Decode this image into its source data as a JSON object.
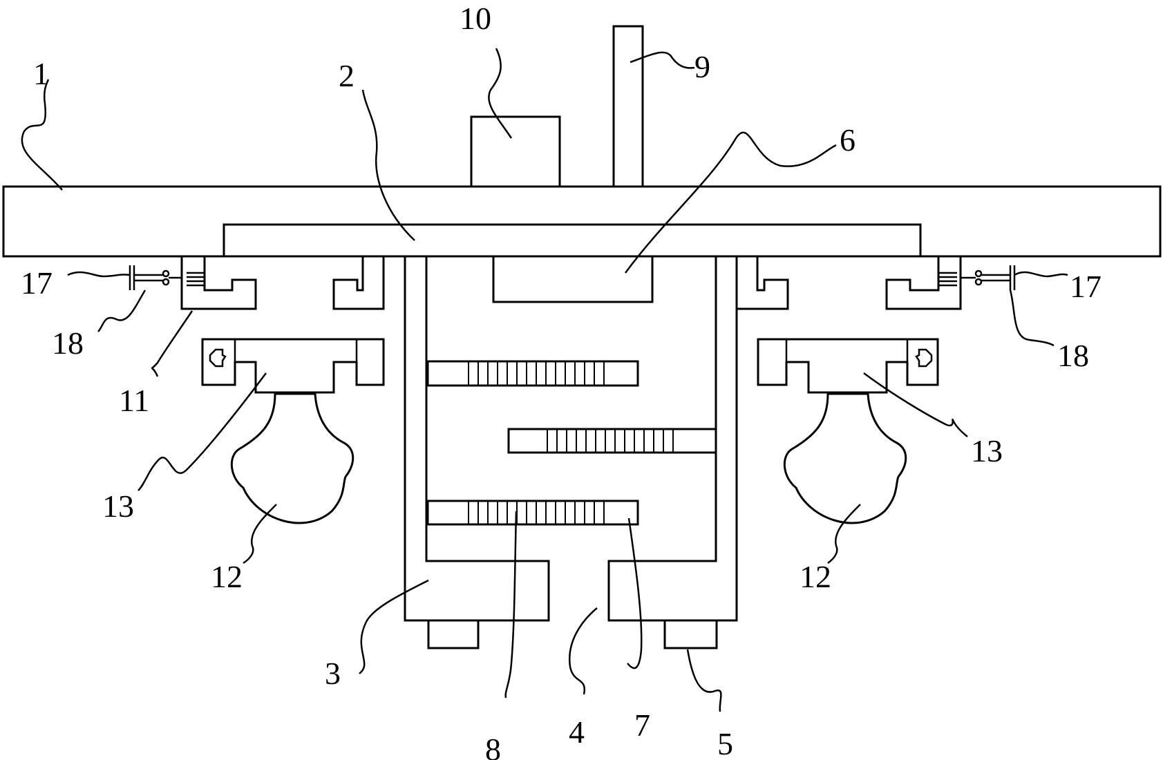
{
  "labels": {
    "l1": "1",
    "l2": "2",
    "l3": "3",
    "l4": "4",
    "l5": "5",
    "l6": "6",
    "l7": "7",
    "l8": "8",
    "l9": "9",
    "l10": "10",
    "l11": "11",
    "l12_left": "12",
    "l12_right": "12",
    "l13_left": "13",
    "l13_right": "13",
    "l17_left": "17",
    "l17_right": "17",
    "l18_left": "18",
    "l18_right": "18"
  }
}
